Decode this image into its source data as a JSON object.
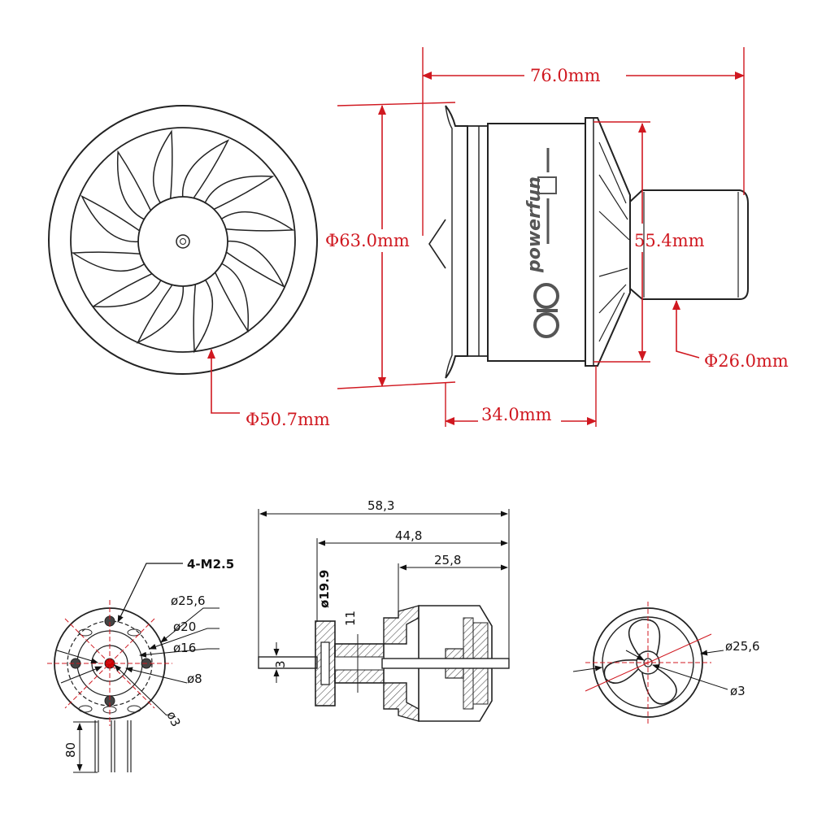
{
  "top_front": {
    "dia_label": "Φ50.7mm"
  },
  "top_side": {
    "length_label": "76.0mm",
    "outer_dia_label": "Φ63.0mm",
    "body_dia_label": "55.4mm",
    "motor_dia_label": "Φ26.0mm",
    "body_len_label": "34.0mm",
    "brand": "powerfun"
  },
  "motor_rear": {
    "screw_label": "4-M2.5",
    "labels": [
      "ø25,6",
      "ø20",
      "ø16",
      "ø8",
      "ø3"
    ],
    "wire_len": "80"
  },
  "motor_section": {
    "len_total": "58,3",
    "len_mid": "44,8",
    "len_body": "25,8",
    "flange_dia": "ø19.9",
    "flange_h": "11",
    "shaft_dia": "3"
  },
  "motor_front": {
    "labels": [
      "ø25,6",
      "ø3"
    ]
  },
  "colors": {
    "dimension": "#d01820",
    "outline": "#222222",
    "hatch": "#666666"
  }
}
